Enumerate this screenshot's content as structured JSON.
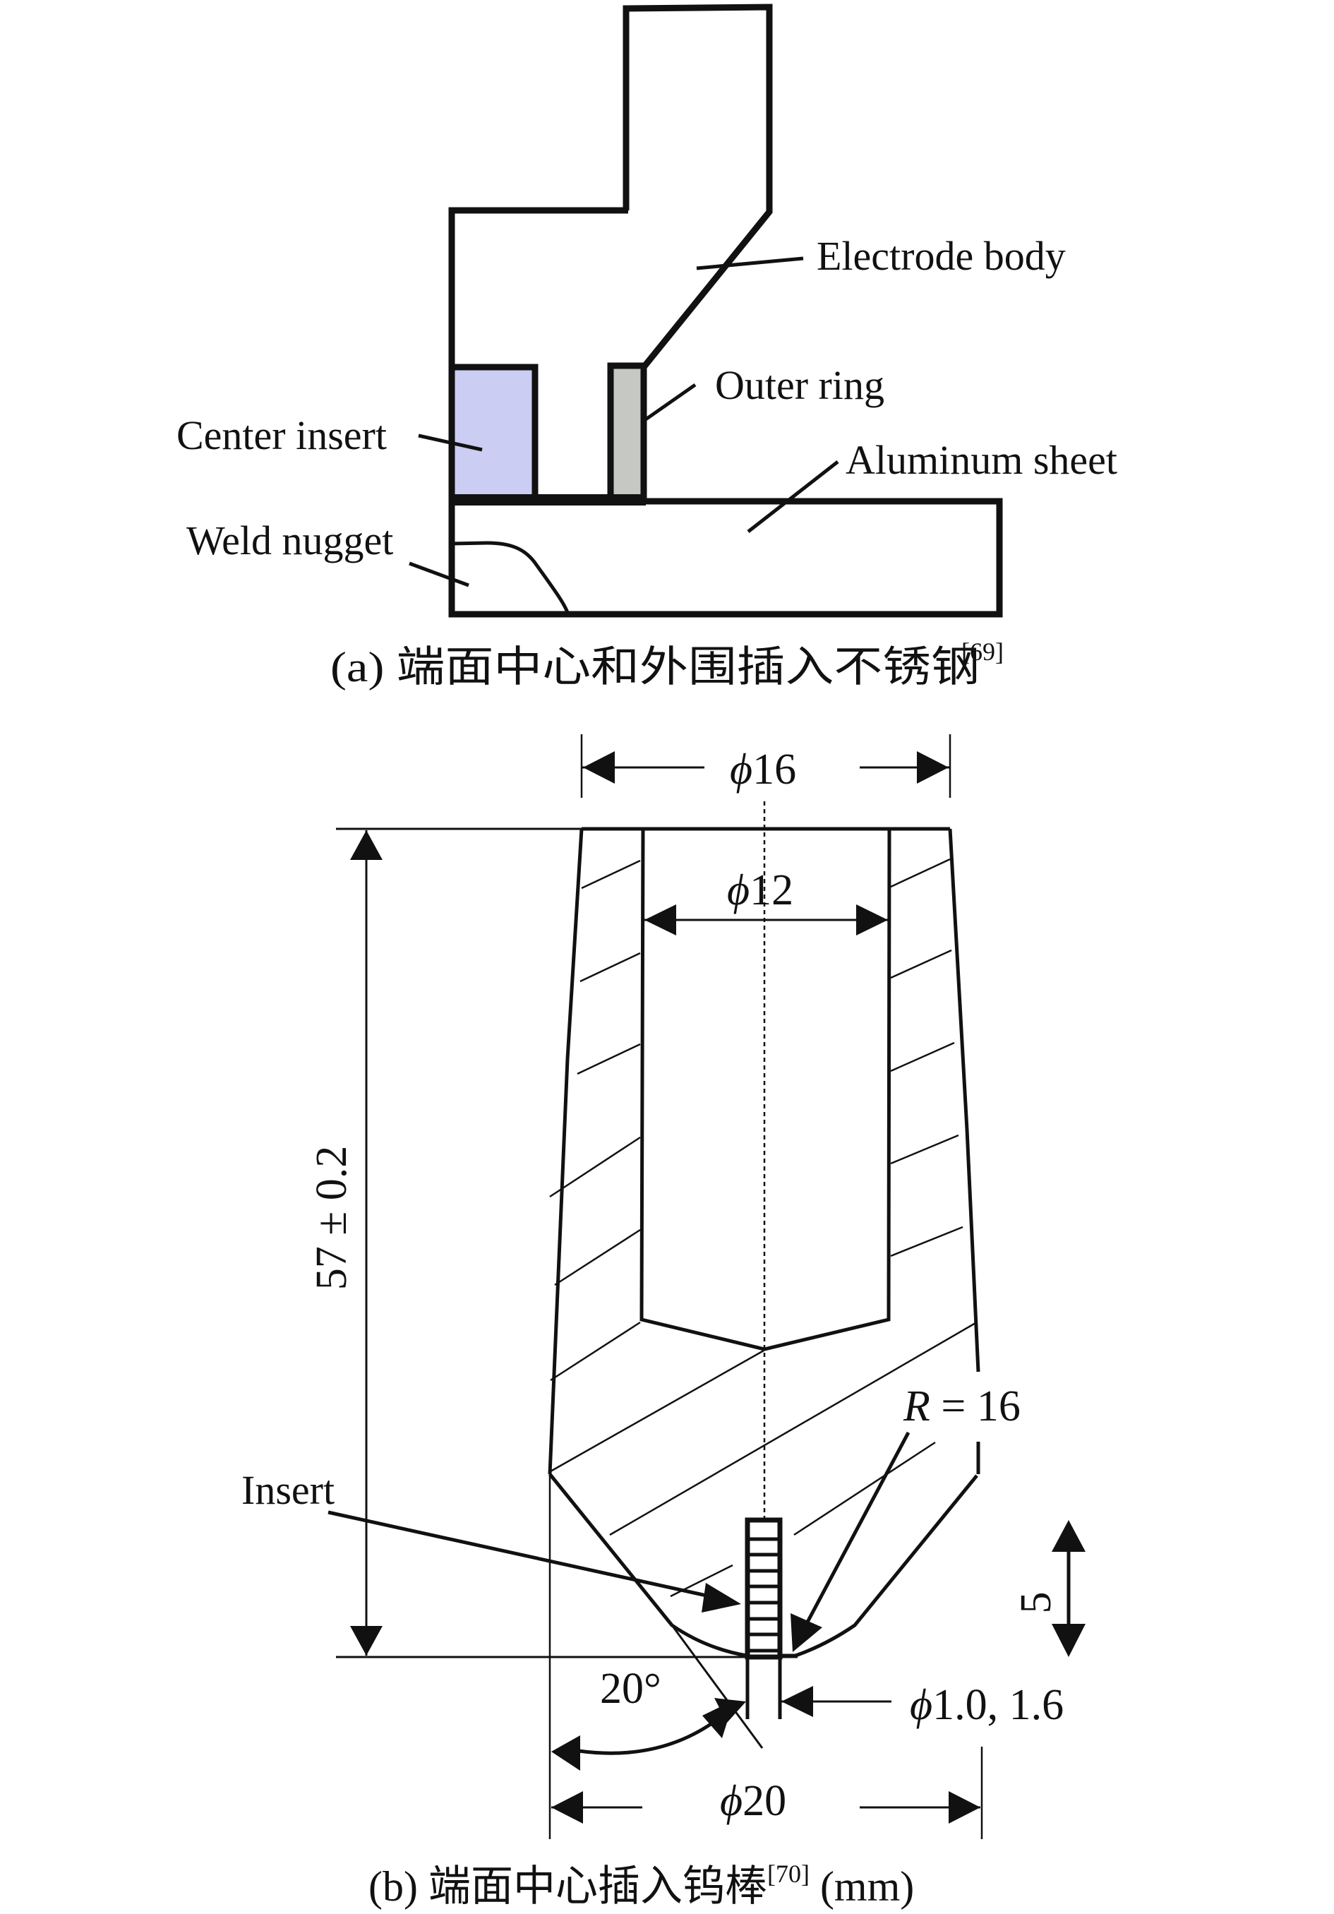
{
  "figure_a": {
    "labels": {
      "electrode_body": "Electrode body",
      "outer_ring": "Outer ring",
      "center_insert": "Center insert",
      "aluminum_sheet": "Aluminum sheet",
      "weld_nugget": "Weld nugget"
    },
    "caption": {
      "prefix": "(a) ",
      "text": "端面中心和外围插入不锈钢",
      "ref": "[69]"
    },
    "colors": {
      "center_insert_fill": "#cbcdf3",
      "outer_ring_fill": "#c5c8c3"
    }
  },
  "figure_b": {
    "dimensions": {
      "outer_top_diameter": "16",
      "bore_diameter": "12",
      "length": "57 ± 0.2",
      "tip_radius_var": "R",
      "tip_radius_value": " = 16",
      "insert_depth": "5",
      "insert_diameter": "1.0, 1.6",
      "cone_angle": "20°",
      "outer_bottom_diameter": "20",
      "phi_symbol": "ϕ"
    },
    "labels": {
      "insert": "Insert"
    },
    "caption": {
      "prefix": "(b) ",
      "text": "端面中心插入钨棒",
      "ref": "[70]",
      "unit": " (mm)"
    }
  }
}
